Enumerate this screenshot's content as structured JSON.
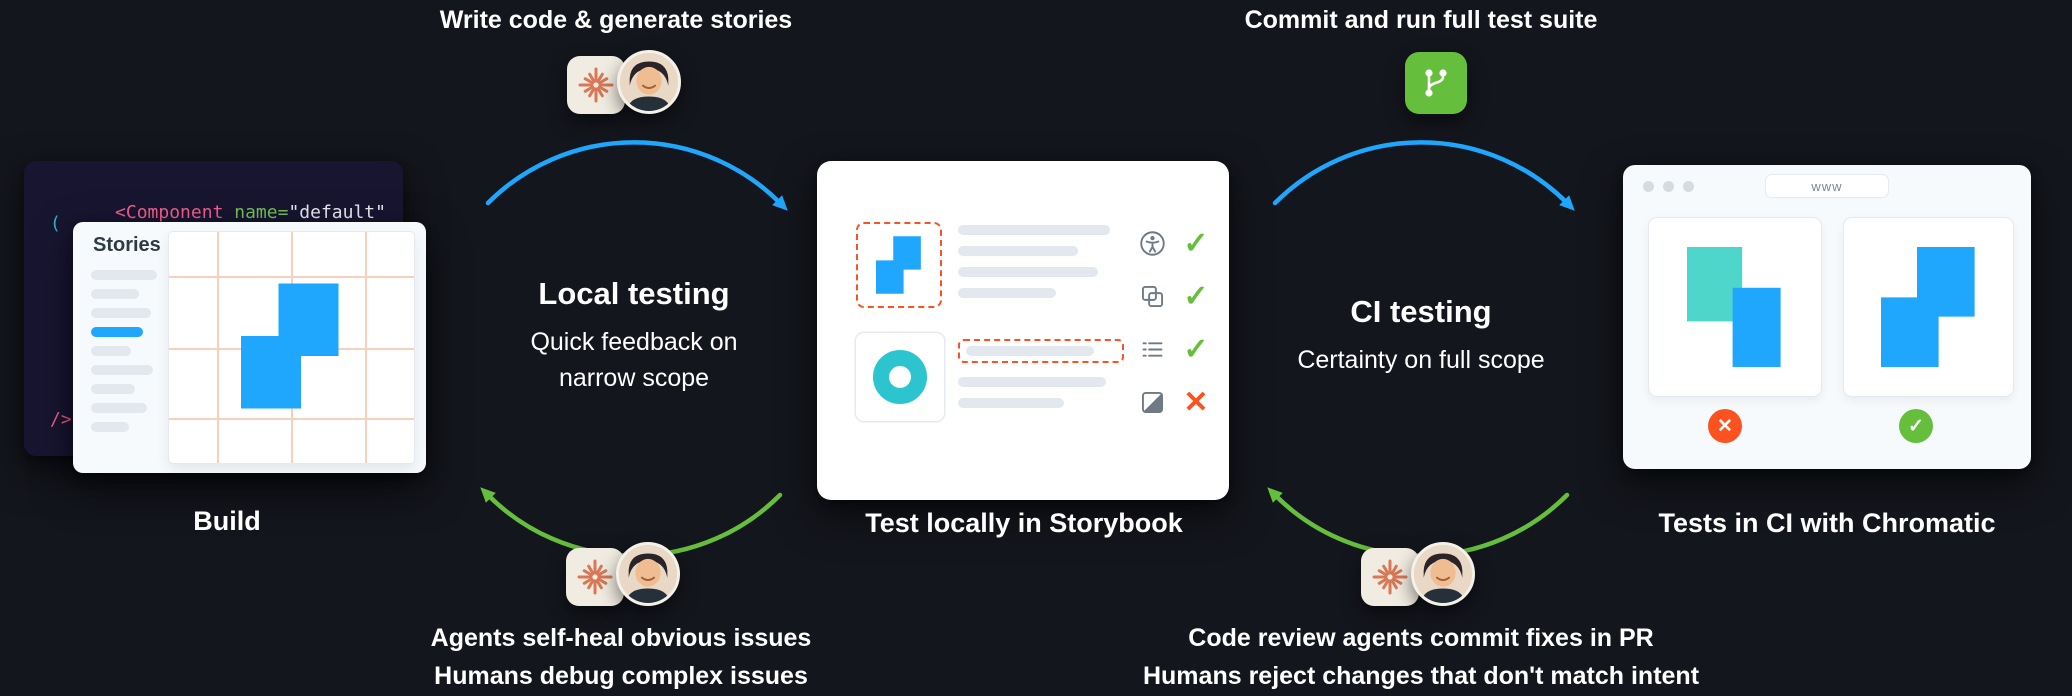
{
  "colors": {
    "pageBg": "#14161d",
    "blue": "#1ea7fd",
    "green": "#66bf3c",
    "orange": "#fc521f",
    "teal": "#2cc5cf",
    "tealLight": "#4fd6cb",
    "coral": "#d97757",
    "cream": "#f1ece1",
    "codeBg": "#181531",
    "codePink": "#f1618c",
    "codeGreen": "#73c457",
    "codeTeal": "#2bb8c5",
    "windowBg": "#f7fafc",
    "skeleton": "#e2e8ee",
    "textDark": "#2e3a44",
    "grid": "#f6d0bd",
    "iconGray": "#6f7a85",
    "chrome": "#d4dbe1",
    "border": "#e5eaf0"
  },
  "stage_labels": {
    "write": "Write code & generate stories",
    "commit": "Commit and run full test suite",
    "selfheal_1": "Agents self-heal obvious issues",
    "selfheal_2": "Humans debug complex issues",
    "review_1": "Code review agents commit fixes in PR",
    "review_2": "Humans reject changes that don't match intent"
  },
  "cycles": {
    "local": {
      "title": "Local testing",
      "line1": "Quick feedback on",
      "line2": "narrow scope"
    },
    "ci": {
      "title": "CI testing",
      "line1": "Certainty on full scope"
    }
  },
  "captions": {
    "build": "Build",
    "storybook": "Test locally in Storybook",
    "chromatic": "Tests in CI with Chromatic"
  },
  "code_editor": {
    "tag": "<Component",
    "attr": " name=",
    "value": "\"default\"",
    "line2": "(",
    "line3": "/>"
  },
  "stories_window": {
    "title": "Stories"
  },
  "browser": {
    "url": "www"
  },
  "glyphs": {
    "check": "✓",
    "cross": "✕"
  },
  "icons": {
    "agent": "starburst-icon",
    "developer": "avatar",
    "commit": "git-branch-icon",
    "accessibility": "accessibility-icon",
    "visual": "overlap-squares-icon",
    "interactions": "checklist-icon",
    "contrast": "diagonal-square-icon"
  }
}
